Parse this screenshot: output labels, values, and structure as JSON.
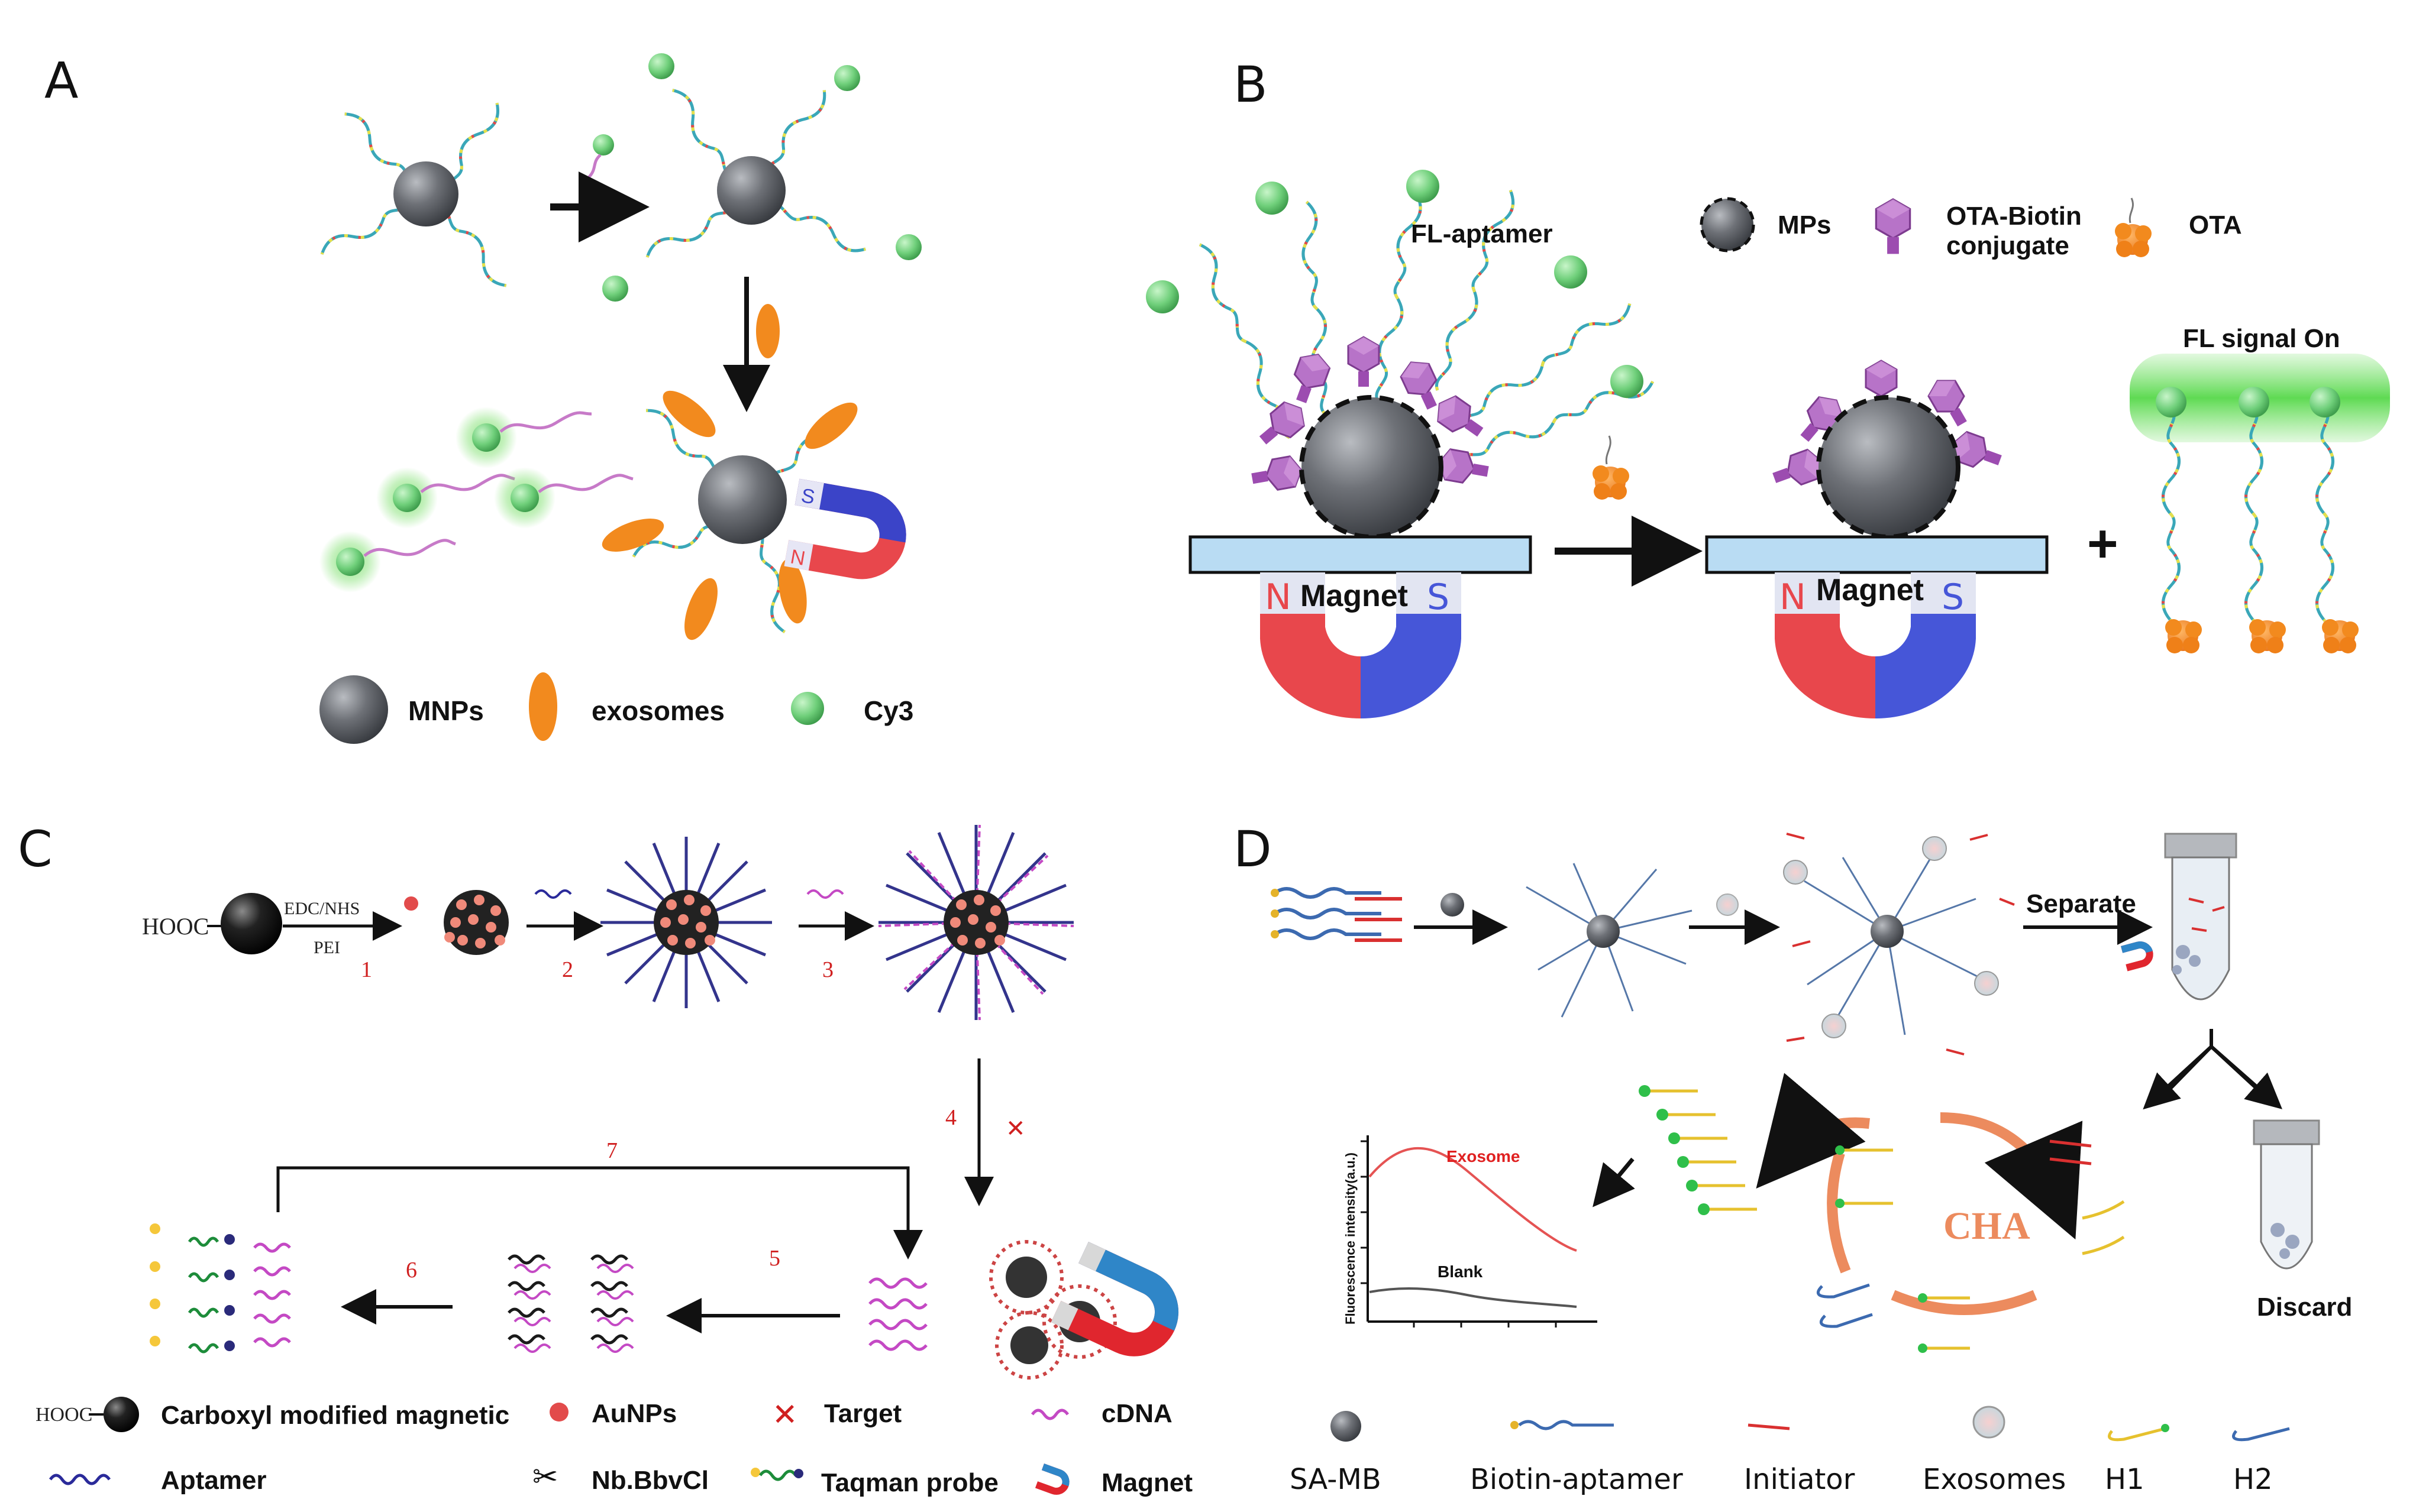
{
  "panels": {
    "a": {
      "letter": "A",
      "legend": {
        "mnps": "MNPs",
        "exosomes": "exosomes",
        "cy3": "Cy3"
      }
    },
    "b": {
      "letter": "B",
      "fl_aptamer": "FL-aptamer",
      "legend": {
        "mps": "MPs",
        "ota_biotin_1": "OTA-Biotin",
        "ota_biotin_2": "conjugate",
        "ota": "OTA"
      },
      "fl_signal": "FL signal On",
      "magnet_left": "Magnet",
      "magnet_right": "Magnet",
      "n": "N",
      "s": "S",
      "plus": "+"
    },
    "c": {
      "letter": "C",
      "hooc": "HOOC",
      "edc": "EDC/NHS",
      "pei": "PEI",
      "steps": [
        "1",
        "2",
        "3",
        "4",
        "5",
        "6",
        "7"
      ],
      "legend": {
        "carboxyl_hooc": "HOOC",
        "carboxyl": "Carboxyl modified magnetic",
        "aunps": "AuNPs",
        "target": "Target",
        "cdna": "cDNA",
        "aptamer": "Aptamer",
        "nb": "Nb.BbvCl",
        "taqman": "Taqman probe",
        "magnet": "Magnet"
      }
    },
    "d": {
      "letter": "D",
      "separate": "Separate",
      "discard": "Discard",
      "cha": "CHA",
      "chart": {
        "ylabel": "Fluorescence intensity(a.u.)",
        "exosome": "Exosome",
        "blank": "Blank"
      },
      "legend": {
        "samb": "SA-MB",
        "biotin": "Biotin-aptamer",
        "initiator": "Initiator",
        "exosomes": "Exosomes",
        "h1": "H1",
        "h2": "H2"
      }
    }
  },
  "colors": {
    "bead": "#5a5d63",
    "cy3": "#6fcf7a",
    "exosome": "#f28a1e",
    "magnet_red": "#e8474c",
    "magnet_blue": "#4656d8",
    "slide": "#b9dcf3",
    "purple": "#a55fb5",
    "text_red": "#d02020"
  }
}
